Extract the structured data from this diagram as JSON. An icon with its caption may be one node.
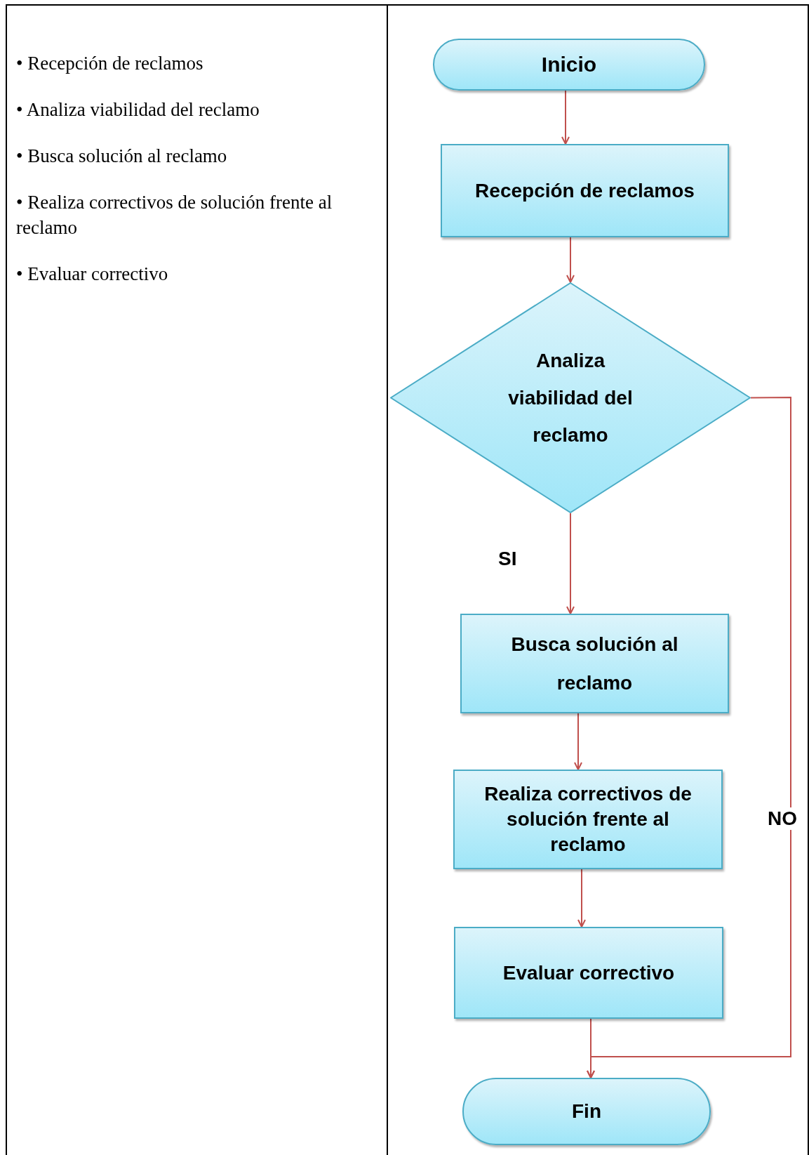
{
  "diagram": {
    "nodes": [
      {
        "text": [
          "Inicio"
        ]
      },
      {
        "text": [
          "Recepción de reclamos"
        ]
      },
      {
        "text": [
          "Analiza viabilidad del reclamo"
        ]
      },
      {
        "text": [
          "Busca solución al reclamo"
        ]
      },
      {
        "text": [
          "Realiza correctivos de solución frente al reclamo"
        ]
      },
      {
        "text": [
          "Evaluar correctivo"
        ]
      },
      {
        "text": [
          "Fin"
        ]
      }
    ],
    "edges": [
      {
        "from": 0,
        "to": 1,
        "arrow": "to"
      },
      {
        "from": 1,
        "to": 2,
        "arrow": "to"
      },
      {
        "from": 2,
        "to": 3,
        "arrow": "to",
        "label": "SI"
      },
      {
        "from": 3,
        "to": 4,
        "arrow": "to"
      },
      {
        "from": 4,
        "to": 5,
        "arrow": "to"
      },
      {
        "from": 5,
        "to": 6,
        "arrow": "to"
      },
      {
        "from": 2,
        "to": 6,
        "arrow": "to",
        "label": "NO"
      }
    ],
    "labels": [
      "• Recepción de reclamos",
      "• Analiza viabilidad del reclamo",
      "• Busca solución al reclamo",
      "• Realiza correctivos de solución frente al reclamo",
      "• Evaluar correctivo"
    ]
  }
}
